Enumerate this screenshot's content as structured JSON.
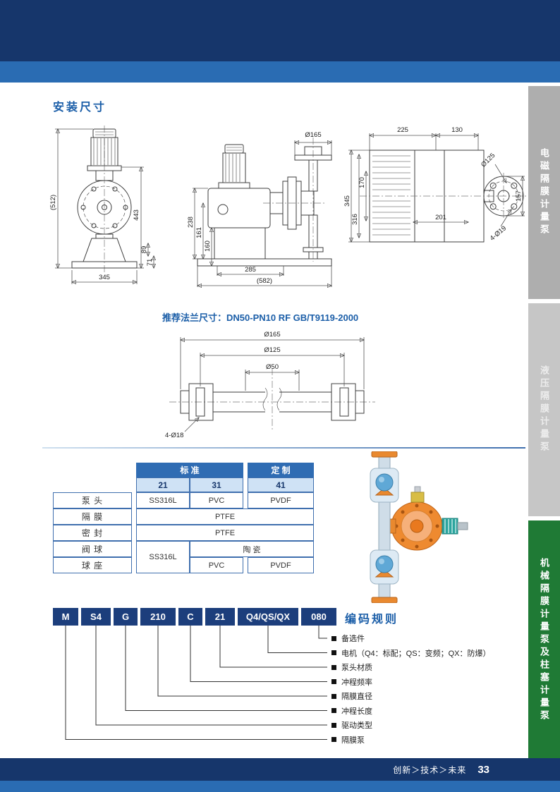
{
  "page": {
    "section_title": "安装尺寸",
    "flange_note_label": "推荐法兰尺寸：",
    "flange_note_value": "DN50-PN10 RF GB/T9119-2000"
  },
  "sidebar": {
    "tabs": [
      {
        "label": "电磁隔膜计量泵",
        "active": false
      },
      {
        "label": "液压隔膜计量泵",
        "active": false
      },
      {
        "label": "机械隔膜计量泵及柱塞计量泵",
        "active": true
      }
    ]
  },
  "drawings": {
    "front": {
      "dims": [
        "(512)",
        "443",
        "89",
        "71",
        "345"
      ]
    },
    "side": {
      "dims": [
        "Ø165",
        "238",
        "161",
        "160",
        "285",
        "(582)"
      ]
    },
    "top": {
      "dims": [
        "225",
        "130",
        "345",
        "316",
        "170",
        "201",
        "Ø125",
        "157",
        "4-Ø19"
      ]
    },
    "flange": {
      "dims": [
        "Ø165",
        "Ø125",
        "Ø50",
        "4-Ø18"
      ]
    }
  },
  "materials": {
    "group_standard": "标  准",
    "group_custom": "定  制",
    "codes": [
      "21",
      "31",
      "41"
    ],
    "rows": [
      "泵  头",
      "隔  膜",
      "密  封",
      "阀  球",
      "球  座"
    ],
    "values": {
      "pump_head": [
        "SS316L",
        "PVC",
        "PVDF"
      ],
      "diaphragm": "PTFE",
      "seal": "PTFE",
      "ball_std": "SS316L",
      "ball_custom": "陶  瓷",
      "seat": [
        "PVC",
        "PVDF"
      ]
    }
  },
  "coding": {
    "title": "编码规则",
    "boxes": [
      "M",
      "S4",
      "G",
      "210",
      "C",
      "21",
      "Q4/QS/QX",
      "080"
    ],
    "items": [
      "备选件",
      "电机（Q4：标配；QS：变频；QX：防爆）",
      "泵头材质",
      "冲程频率",
      "隔膜直径",
      "冲程长度",
      "驱动类型",
      "隔膜泵"
    ]
  },
  "footer": {
    "slogan": "创新＞技术＞未来",
    "page_number": "33"
  },
  "colors": {
    "navy": "#16366b",
    "blue_band": "#2a6cb3",
    "accent_blue": "#1b5ea8",
    "table_header_bg": "#2f6cb3",
    "codes_row_bg": "#cfe2f5",
    "green_tab": "#1f7a35"
  }
}
